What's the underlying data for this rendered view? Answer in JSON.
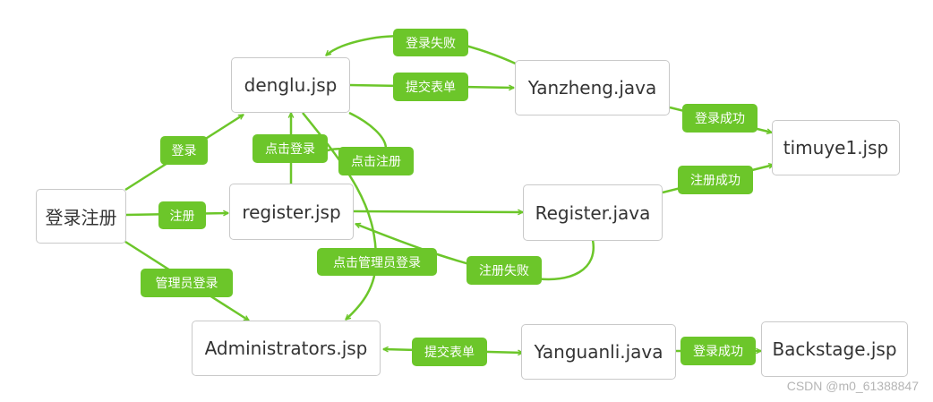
{
  "theme": {
    "edge_color": "#6cc62a",
    "label_bg": "#6cc62a",
    "label_text": "#ffffff",
    "node_border": "#c9c9c9"
  },
  "nodes": {
    "login_register": "登录注册",
    "denglu": "denglu.jsp",
    "register_jsp": "register.jsp",
    "administrators": "Administrators.jsp",
    "yanzheng": "Yanzheng.java",
    "timuye": "timuye1.jsp",
    "register_java": "Register.java",
    "yanguanli": "Yanguanli.java",
    "backstage": "Backstage.jsp"
  },
  "labels": {
    "login": "登录",
    "register": "注册",
    "admin_login": "管理员登录",
    "login_fail": "登录失败",
    "submit_form_1": "提交表单",
    "login_success_1": "登录成功",
    "click_login": "点击登录",
    "click_register": "点击注册",
    "register_success": "注册成功",
    "register_fail": "注册失败",
    "click_admin_login": "点击管理员登录",
    "submit_form_2": "提交表单",
    "login_success_2": "登录成功"
  },
  "watermark": "CSDN @m0_61388847"
}
